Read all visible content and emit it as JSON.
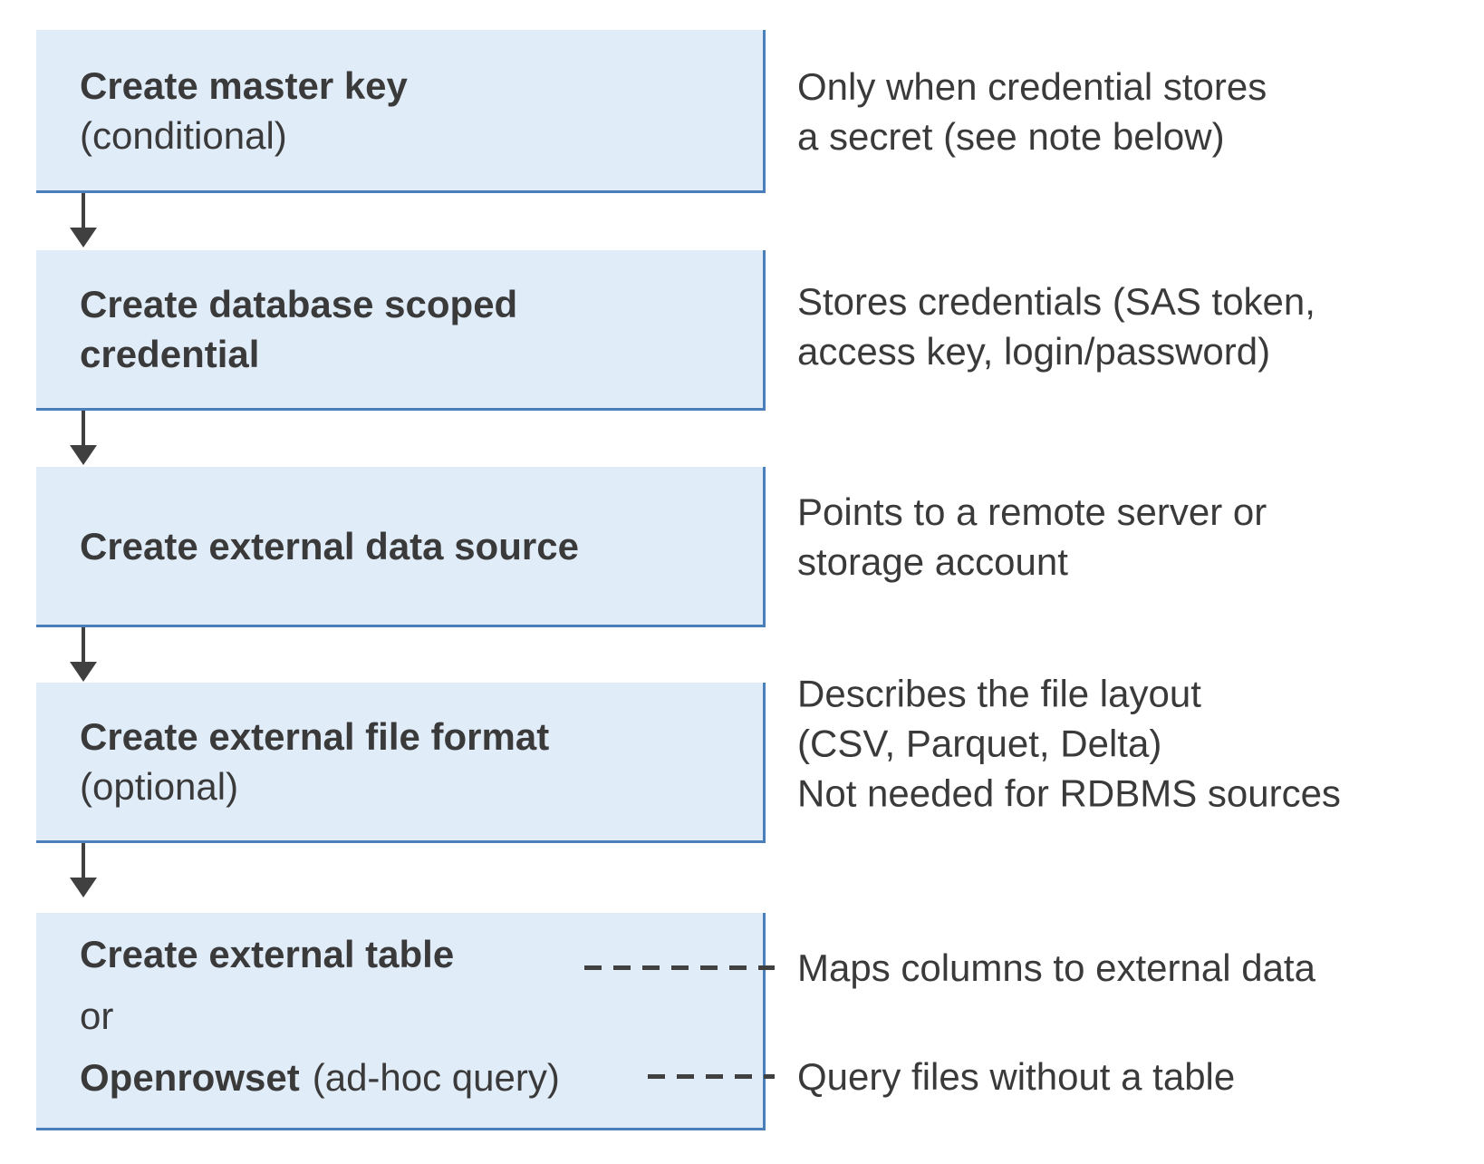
{
  "colors": {
    "box_fill": "#e1ecf9",
    "box_border": "#4a7fb9",
    "text": "#3a3a3a",
    "connector": "#404040"
  },
  "icons": {
    "down_arrow": "▼"
  },
  "steps": [
    {
      "title": "Create master key",
      "qualifier": "(conditional)",
      "note": "Only when credential stores\na secret (see note below)"
    },
    {
      "title": "Create database scoped\ncredential",
      "note": "Stores credentials (SAS token,\naccess key, login/password)"
    },
    {
      "title": "Create external data source",
      "note": "Points to a remote server or\nstorage account"
    },
    {
      "title": "Create external file format",
      "qualifier": "(optional)",
      "note": "Describes the file layout\n(CSV, Parquet, Delta)\nNot needed for RDBMS sources"
    },
    {
      "title": "Create external table",
      "or_label": "or",
      "alt_title": "Openrowset",
      "alt_qualifier": "(ad-hoc query)",
      "note_table": "Maps columns to external data",
      "note_openrowset": "Query files without a table"
    }
  ]
}
